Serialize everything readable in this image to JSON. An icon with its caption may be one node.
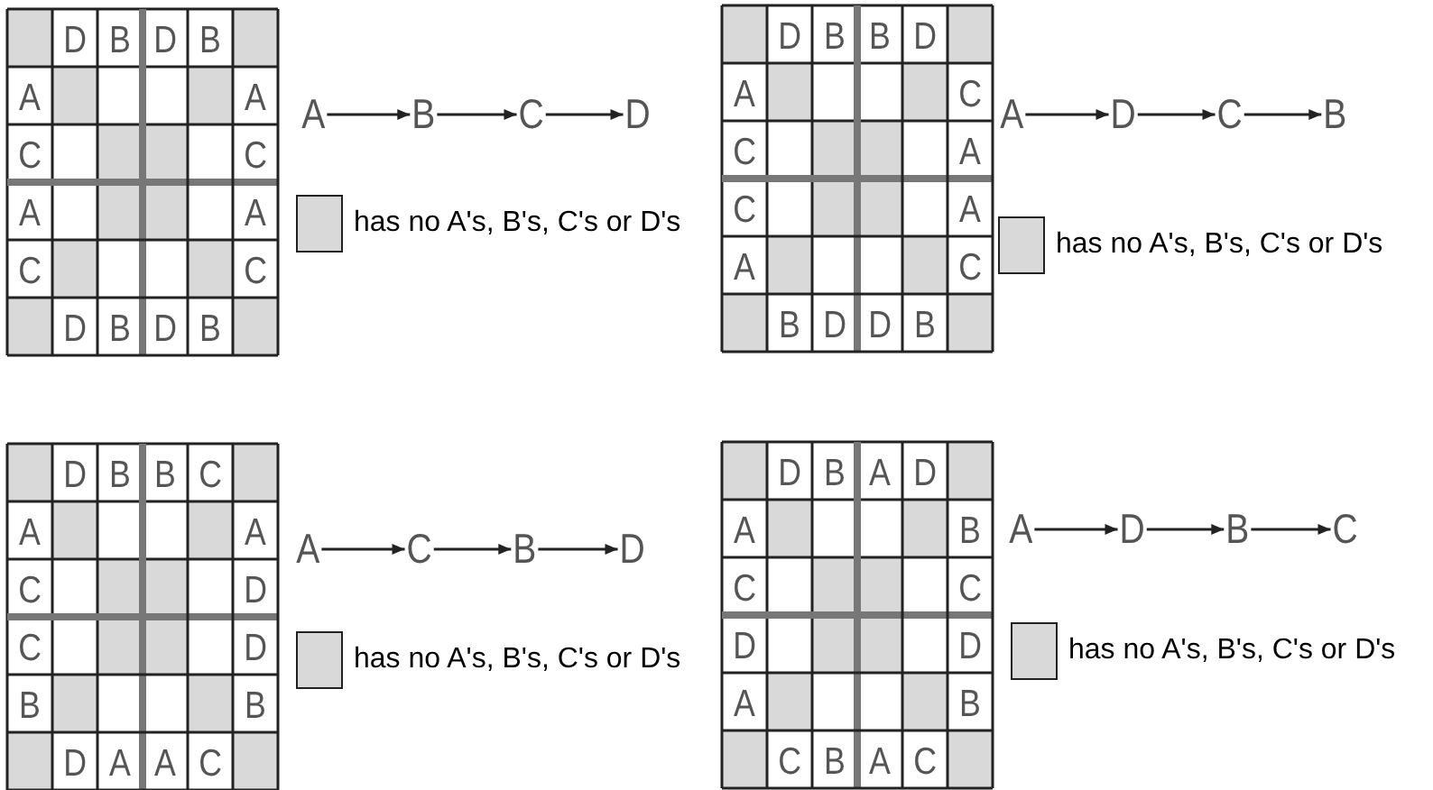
{
  "diagram": {
    "nodes": [
      {
        "text": [
          "A"
        ]
      },
      {
        "text": [
          "B"
        ]
      },
      {
        "text": [
          "C"
        ]
      },
      {
        "text": [
          "D"
        ]
      },
      {
        "text": [
          "A"
        ]
      },
      {
        "text": [
          "D"
        ]
      },
      {
        "text": [
          "C"
        ]
      },
      {
        "text": [
          "B"
        ]
      },
      {
        "text": [
          "A"
        ]
      },
      {
        "text": [
          "C"
        ]
      },
      {
        "text": [
          "B"
        ]
      },
      {
        "text": [
          "D"
        ]
      },
      {
        "text": [
          "A"
        ]
      },
      {
        "text": [
          "D"
        ]
      },
      {
        "text": [
          "B"
        ]
      },
      {
        "text": [
          "C"
        ]
      }
    ],
    "edges": [
      {
        "from": 0,
        "to": 1,
        "arrow": "to"
      },
      {
        "from": 1,
        "to": 2,
        "arrow": "to"
      },
      {
        "from": 2,
        "to": 3,
        "arrow": "to"
      },
      {
        "from": 4,
        "to": 5,
        "arrow": "to"
      },
      {
        "from": 5,
        "to": 6,
        "arrow": "to"
      },
      {
        "from": 6,
        "to": 7,
        "arrow": "to"
      },
      {
        "from": 8,
        "to": 9,
        "arrow": "to"
      },
      {
        "from": 9,
        "to": 10,
        "arrow": "to"
      },
      {
        "from": 10,
        "to": 11,
        "arrow": "to"
      },
      {
        "from": 12,
        "to": 13,
        "arrow": "to"
      },
      {
        "from": 13,
        "to": 14,
        "arrow": "to"
      },
      {
        "from": 14,
        "to": 15,
        "arrow": "to"
      }
    ],
    "labels": [
      "D",
      "B",
      "D",
      "B",
      "A",
      "A",
      "C",
      "C",
      "A",
      "A",
      "C",
      "C",
      "D",
      "B",
      "D",
      "B",
      "D",
      "B",
      "B",
      "D",
      "A",
      "C",
      "C",
      "A",
      "C",
      "A",
      "A",
      "C",
      "B",
      "D",
      "D",
      "B",
      "D",
      "B",
      "B",
      "C",
      "A",
      "A",
      "C",
      "D",
      "C",
      "D",
      "B",
      "B",
      "D",
      "A",
      "A",
      "C",
      "D",
      "B",
      "A",
      "D",
      "A",
      "B",
      "C",
      "C",
      "D",
      "D",
      "A",
      "B",
      "C",
      "B",
      "A",
      "C"
    ],
    "legend": [
      {
        "text": "has no A's, B's, C's or D's",
        "color": "#d9d9d9"
      },
      {
        "text": "has no A's, B's, C's or D's",
        "color": "#d9d9d9"
      },
      {
        "text": "has no A's, B's, C's or D's",
        "color": "#d9d9d9"
      },
      {
        "text": "has no A's, B's, C's or D's",
        "color": "#d9d9d9"
      }
    ]
  }
}
